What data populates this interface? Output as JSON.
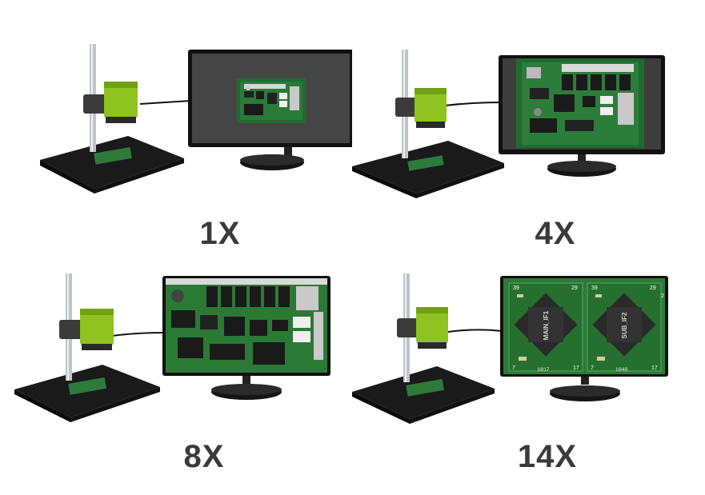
{
  "panels": [
    {
      "id": "1x",
      "zoom_label": "1X",
      "screen": {
        "image": "pcb-board-small"
      }
    },
    {
      "id": "4x",
      "zoom_label": "4X",
      "screen": {
        "image": "pcb-board-medium"
      }
    },
    {
      "id": "8x",
      "zoom_label": "8X",
      "screen": {
        "image": "pcb-board-large"
      }
    },
    {
      "id": "14x",
      "zoom_label": "14X",
      "screen": {
        "image": "pcb-chips-closeup",
        "chip_left_label": "MAIN_IF1",
        "chip_right_label": "SUB_IF2",
        "pin_top_left_a": "39",
        "pin_top_left_b": "29",
        "pin_top_right_a": "39",
        "pin_top_right_b": "29",
        "pin_bottom_left_a": "7",
        "pin_bottom_left_b": "17",
        "pin_bottom_right_a": "7",
        "pin_bottom_right_b": "17",
        "silk_left": "U017",
        "silk_right": "U048",
        "edge_right": "2"
      }
    }
  ],
  "colors": {
    "camera_green": "#8fc31f",
    "camera_dark": "#3b3b3b",
    "base": "#1d1d1d",
    "screen_bezel": "#0e0e0e",
    "screen_bg": "#444444",
    "pcb_green": "#1f6b2f",
    "label_text": "#3a3a3a"
  }
}
